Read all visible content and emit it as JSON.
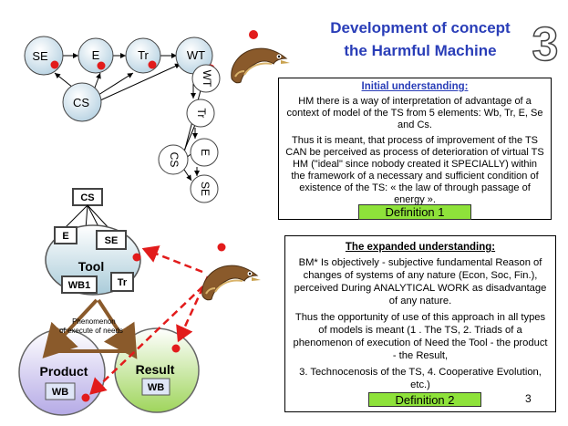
{
  "header": {
    "title_line1": "Development of concept",
    "title_line2": "the Harmful Machine",
    "slide_number_big": "3"
  },
  "top_diagram": {
    "row_nodes": [
      "SE",
      "E",
      "Tr",
      "WT"
    ],
    "cs_node": "CS",
    "vertical_labels": [
      "WT",
      "Tr",
      "E",
      "SE"
    ],
    "side_cs": "CS"
  },
  "initial_box": {
    "heading": "Initial understanding:",
    "para1": "HM there is a way of interpretation of advantage of a context of model of the TS from 5 elements: Wb, Tr, E, Se and Cs.",
    "para2": "Thus it is meant, that process of improvement of the TS CAN be perceived as process of deterioration of virtual TS HM (\"ideal\" since nobody created it SPECIALLY) within the framework of a necessary and sufficient condition of existence of the TS: « the law of through passage of energy ».",
    "definition": "Definition  1"
  },
  "expanded_box": {
    "heading": "The expanded understanding:",
    "para1": "BM* Is objectively - subjective fundamental Reason of changes of systems of any nature (Econ, Soc, Fin.), perceived During ANALYTICAL WORK as disadvantage of any nature.",
    "para2": "Thus the opportunity of use of this approach in all types of models is meant (1 . The TS, 2. Triads of a phenomenon of execution of Need  the Tool - the product - the Result,",
    "para3": "3. Technocenosis of the TS, 4. Cooperative Evolution, etc.)",
    "definition": "Definition  2",
    "page_number": "3"
  },
  "bottom_diagram": {
    "cs": "CS",
    "e": "E",
    "se": "SE",
    "tool": "Tool",
    "wb1": "WB1",
    "tr": "Tr",
    "phenomenon": "Phenomenon of execute of needs",
    "product": "Product",
    "product_wb": "WB",
    "result": "Result",
    "result_wb": "WB"
  },
  "colors": {
    "title": "#2a3eb8",
    "node_fill": "#cfe1ec",
    "definition": "#8ee23a",
    "product_fill": "#c9c2ea",
    "result_fill": "#b7e07e",
    "arrow_brown": "#8a5a2b",
    "red_dot": "#e21b1b"
  }
}
